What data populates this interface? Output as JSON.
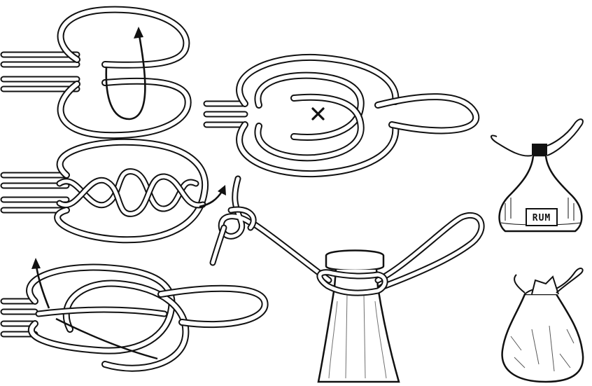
{
  "figure": {
    "ink_color": "#111111",
    "paper_color": "#ffffff",
    "panels": [
      {
        "id": "step-1",
        "arrow": "hook-arrow"
      },
      {
        "id": "step-2",
        "arrow": "exit-arrow"
      },
      {
        "id": "step-3",
        "arrow": "up-arrow"
      },
      {
        "id": "finished-knot",
        "mark": "×"
      },
      {
        "id": "jug-sling"
      },
      {
        "id": "flask",
        "label": "RUM"
      },
      {
        "id": "sack"
      }
    ]
  }
}
